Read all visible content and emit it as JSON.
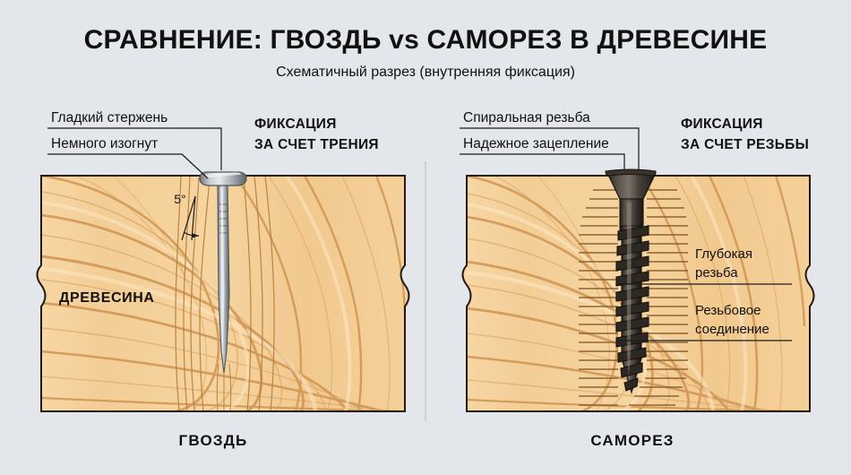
{
  "page": {
    "background_color": "#e3e6ea",
    "title": "СРАВНЕНИЕ: ГВОЗДЬ vs САМОРЕЗ В ДРЕВЕСИНЕ",
    "subtitle": "Схематичный разрез (внутренняя фиксация)"
  },
  "colors": {
    "background": "#e3e6ea",
    "wood_base": "#f3cd96",
    "wood_light": "#fae2bb",
    "wood_grain": "#c98d47",
    "wood_outline": "#1a1208",
    "nail_metal": "#b9bec2",
    "nail_metal_dark": "#6e7478",
    "screw_body": "#4a423c",
    "screw_body_dark": "#241f1b",
    "text": "#111111",
    "divider": "#c3c8cf"
  },
  "left_panel": {
    "name": "nail-panel",
    "caption": "ГВОЗДЬ",
    "wood_label": "ДРЕВЕСИНА",
    "fixation_title_line1": "ФИКСАЦИЯ",
    "fixation_title_line2": "ЗА СЧЕТ ТРЕНИЯ",
    "callouts": [
      {
        "id": "smooth-shank",
        "label": "Гладкий стержень"
      },
      {
        "id": "slight-bend",
        "label": "Немного изогнут"
      }
    ],
    "angle_label": "5°"
  },
  "right_panel": {
    "name": "screw-panel",
    "caption": "САМОРЕЗ",
    "fixation_title_line1": "ФИКСАЦИЯ",
    "fixation_title_line2": "ЗА СЧЕТ РЕЗЬБЫ",
    "callouts": [
      {
        "id": "spiral-thread",
        "label": "Спиральная резьба"
      },
      {
        "id": "strong-grip",
        "label": "Надежное зацепление"
      }
    ],
    "inner_notes": [
      {
        "id": "deep-thread",
        "line1": "Глубокая",
        "line2": "резьба"
      },
      {
        "id": "thread-joint",
        "line1": "Резьбовое",
        "line2": "соединение"
      }
    ]
  }
}
